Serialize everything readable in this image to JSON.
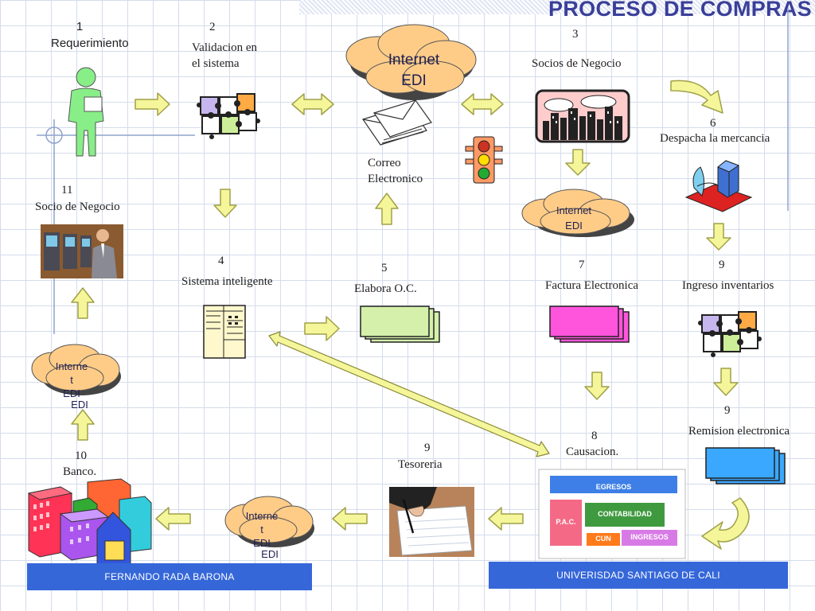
{
  "title": "PROCESO DE COMPRAS",
  "steps": {
    "s1": {
      "num": "1",
      "label": "Requerimiento"
    },
    "s2": {
      "num": "2",
      "label_line1": "Validacion en",
      "label_line2": "el sistema"
    },
    "s3": {
      "num": "3",
      "label": "Socios de Negocio"
    },
    "s4": {
      "num": "4",
      "label": "Sistema inteligente"
    },
    "s5": {
      "num": "5",
      "label": "Elabora O.C."
    },
    "s6": {
      "num": "6",
      "label": "Despacha la mercancia"
    },
    "s7": {
      "num": "7",
      "label": "Factura Electronica"
    },
    "s8": {
      "num": "8",
      "label": "Causacion."
    },
    "s9a": {
      "num": "9",
      "label": "Ingreso inventarios"
    },
    "s9b": {
      "num": "9",
      "label": "Remision electronica"
    },
    "s9c": {
      "num": "9",
      "label": "Tesoreria"
    },
    "s10": {
      "num": "10",
      "label": "Banco."
    },
    "s11": {
      "num": "11",
      "label": "Socio de Negocio"
    }
  },
  "correo": {
    "line1": "Correo",
    "line2": "Electronico"
  },
  "clouds": {
    "main": {
      "line1": "Internet",
      "line2": "EDI"
    },
    "right": {
      "line1": "Internet",
      "line2": "EDI"
    },
    "left": {
      "line1": "Interne",
      "line2": "t",
      "line3": "EDI",
      "shadow": "EDI"
    },
    "bottom": {
      "line1": "Interne",
      "line2": "t",
      "line3": "EDI",
      "shadow": "EDI"
    }
  },
  "accounting": {
    "top": "EGRESOS",
    "left": "P.A.C.",
    "center": "CONTABILIDAD",
    "bottom_left": "CUN",
    "bottom_right": "INGRESOS"
  },
  "footer": {
    "left": "FERNANDO  RADA BARONA",
    "right": "UNIVERISDAD SANTIAGO DE CALI"
  },
  "colors": {
    "title": "#3a3f9a",
    "arrow_fill": "#f5f59a",
    "arrow_stroke": "#a0a04a",
    "cloud": "#ffcc88",
    "footer": "#3567d9",
    "invoice": "#ff55dd",
    "order": "#d4f0aa",
    "remision": "#3aa8ff"
  }
}
